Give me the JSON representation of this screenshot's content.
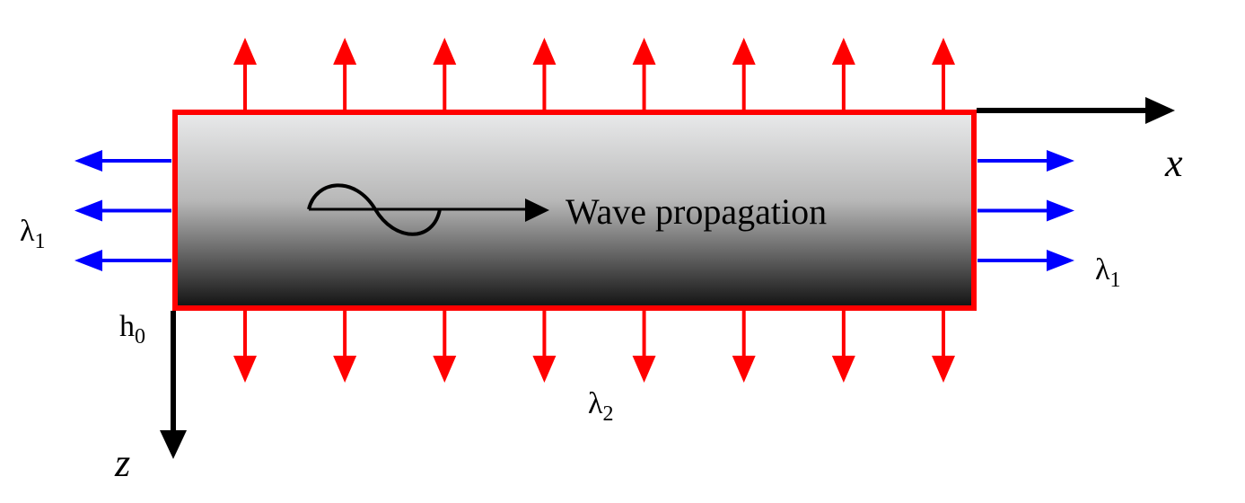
{
  "diagram": {
    "wave_label": "Wave propagation",
    "x_axis_label": "x",
    "z_axis_label": "z",
    "thickness_label": {
      "base": "h",
      "sub": "0"
    },
    "left_stress_label": {
      "base": "λ",
      "sub": "1"
    },
    "right_stress_label": {
      "base": "λ",
      "sub": "1"
    },
    "bottom_stress_label": {
      "base": "λ",
      "sub": "2"
    },
    "vertical_arrow_count": 8,
    "horizontal_arrow_count": 3,
    "colors": {
      "border": "#ff0000",
      "vertical_arrows": "#ff0000",
      "horizontal_arrows": "#0000ff",
      "axes": "#000000",
      "gradient_top": "#e9eaeb",
      "gradient_bottom": "#111111"
    }
  }
}
